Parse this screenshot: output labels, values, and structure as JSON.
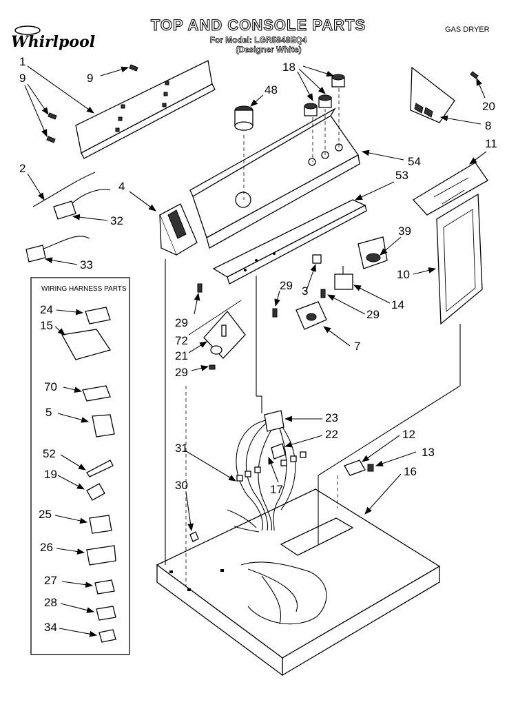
{
  "header": {
    "title": "TOP AND CONSOLE PARTS",
    "model_line": "For Model: LGR5848EQ4",
    "model_note": "(Designer White)",
    "product_type": "GAS DRYER",
    "brand": "Whirlpool"
  },
  "harness_box": {
    "title": "WIRING HARNESS PARTS",
    "callouts": [
      "24",
      "15",
      "70",
      "5",
      "52",
      "19",
      "25",
      "26",
      "27",
      "28",
      "34"
    ]
  },
  "callouts": {
    "c1": "1",
    "c9a": "9",
    "c9b": "9",
    "c2": "2",
    "c4": "4",
    "c32": "32",
    "c33": "33",
    "c18": "18",
    "c48": "48",
    "c20": "20",
    "c8": "8",
    "c11": "11",
    "c54": "54",
    "c53": "53",
    "c39": "39",
    "c10": "10",
    "c14": "14",
    "c3": "3",
    "c29a": "29",
    "c29b": "29",
    "c29c": "29",
    "c29d": "29",
    "c72": "72",
    "c21": "21",
    "c7": "7",
    "c23": "23",
    "c22": "22",
    "c12": "12",
    "c13": "13",
    "c16": "16",
    "c31": "31",
    "c17": "17",
    "c30": "30"
  }
}
